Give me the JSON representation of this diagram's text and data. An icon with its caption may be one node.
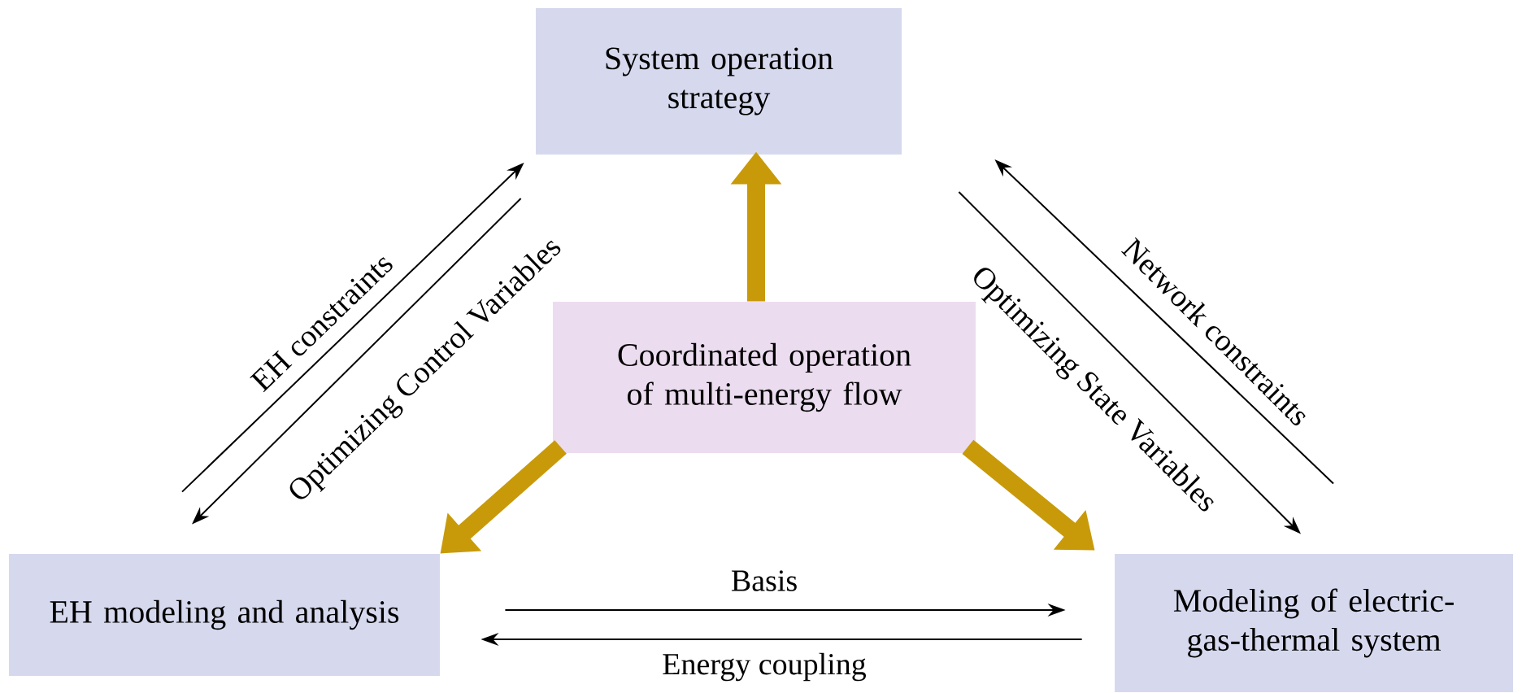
{
  "diagram": {
    "nodes": [
      {
        "text": [
          "System operation strategy"
        ]
      },
      {
        "text": [
          "Coordinated operation of multi-energy flow"
        ]
      },
      {
        "text": [
          "EH modeling and analysis"
        ]
      },
      {
        "text": [
          "Modeling of electric-gas-thermal system"
        ]
      }
    ],
    "edges": [
      {
        "from": 1,
        "to": 0,
        "arrow": "to",
        "style": "thick",
        "color": "#c89a0a"
      },
      {
        "from": 1,
        "to": 2,
        "arrow": "to",
        "style": "thick",
        "color": "#c89a0a"
      },
      {
        "from": 1,
        "to": 3,
        "arrow": "to",
        "style": "thick",
        "color": "#c89a0a"
      },
      {
        "from": 2,
        "to": 0,
        "arrow": "to",
        "label": "EH constraints"
      },
      {
        "from": 0,
        "to": 2,
        "arrow": "to",
        "label": "Optimizing Control Variables"
      },
      {
        "from": 3,
        "to": 0,
        "arrow": "to",
        "label": "Network constraints"
      },
      {
        "from": 0,
        "to": 3,
        "arrow": "to",
        "label": "Optimizing State Variables"
      },
      {
        "from": 2,
        "to": 3,
        "arrow": "to",
        "label": "Basis"
      },
      {
        "from": 3,
        "to": 2,
        "arrow": "to",
        "label": "Energy coupling"
      }
    ]
  }
}
